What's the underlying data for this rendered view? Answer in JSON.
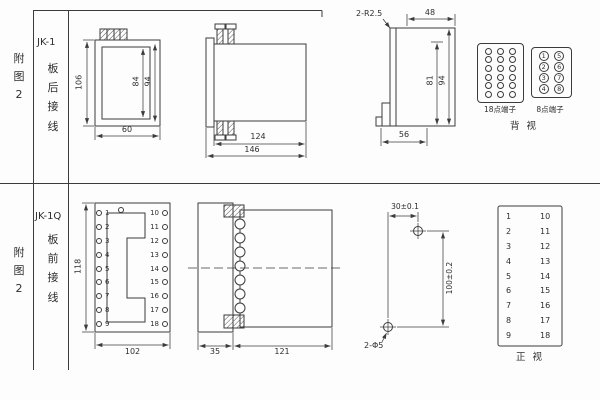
{
  "top": {
    "fig": [
      "附",
      "图",
      "2"
    ],
    "model": "JK-1",
    "mounting": [
      "板",
      "后",
      "接",
      "线"
    ],
    "front_view": {
      "dim_height": "106",
      "dim_inner": "84",
      "dim_outer": "94",
      "dim_width": "60"
    },
    "side_view": {
      "dim_body": "124",
      "dim_total": "146"
    },
    "cutout_view": {
      "corner": "2-R2.5",
      "dim_top": "48",
      "dim_h1": "81",
      "dim_h2": "94",
      "dim_bottom": "56"
    },
    "rear_view": {
      "terminal18_label": "18点端子",
      "terminal8_label": "8点端子",
      "terminal18_count": 18,
      "terminal8_numbers": [
        "1",
        "2",
        "3",
        "4",
        "5",
        "6",
        "7",
        "8"
      ],
      "caption": "背 视"
    }
  },
  "bottom": {
    "fig": [
      "附",
      "图",
      "2"
    ],
    "model": "JK-1Q",
    "mounting": [
      "板",
      "前",
      "接",
      "线"
    ],
    "front_view": {
      "dim_height": "118",
      "dim_width": "102",
      "pins_left": [
        "1",
        "2",
        "3",
        "4",
        "5",
        "6",
        "7",
        "8",
        "9"
      ],
      "pins_right": [
        "10",
        "11",
        "12",
        "13",
        "14",
        "15",
        "16",
        "17",
        "18"
      ]
    },
    "side_view": {
      "dim_socket": "35",
      "dim_body": "121"
    },
    "drill_view": {
      "dim_horizontal": "30±0.1",
      "dim_vertical": "100±0.2",
      "holes": "2-Φ5"
    },
    "panel_view": {
      "left_numbers": [
        "1",
        "2",
        "3",
        "4",
        "5",
        "6",
        "7",
        "8",
        "9"
      ],
      "right_numbers": [
        "10",
        "11",
        "12",
        "13",
        "14",
        "15",
        "16",
        "17",
        "18"
      ],
      "caption": "正 视"
    }
  }
}
